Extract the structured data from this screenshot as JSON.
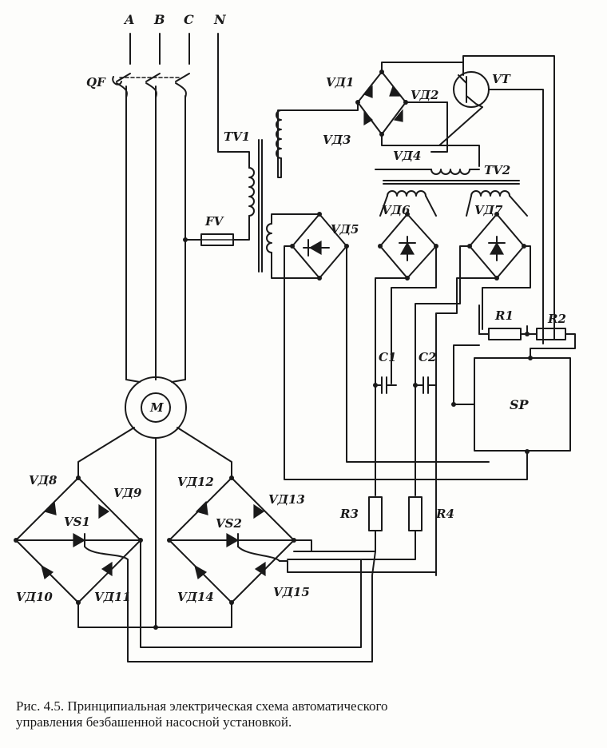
{
  "figure": {
    "phases": [
      "A",
      "B",
      "C",
      "N"
    ],
    "labels": {
      "qf": "QF",
      "tv1": "TV1",
      "tv2": "TV2",
      "fv": "FV",
      "vt": "VT",
      "m": "M",
      "vd1": "VД1",
      "vd2": "VД2",
      "vd3": "VД3",
      "vd4": "VД4",
      "vd5": "VД5",
      "vd6": "VД6",
      "vd7": "VД7",
      "vd8": "VД8",
      "vd9": "VД9",
      "vd10": "VД10",
      "vd11": "VД11",
      "vd12": "VД12",
      "vd13": "VД13",
      "vd14": "VД14",
      "vd15": "VД15",
      "vs1": "VS1",
      "vs2": "VS2",
      "r1": "R1",
      "r2": "R2",
      "r3": "R3",
      "r4": "R4",
      "c1": "C1",
      "c2": "C2",
      "sp": "SP"
    }
  },
  "caption": {
    "line1": "Рис. 4.5. Принципиальная электрическая схема автоматического",
    "line2": "управления безбашенной насосной установкой."
  }
}
